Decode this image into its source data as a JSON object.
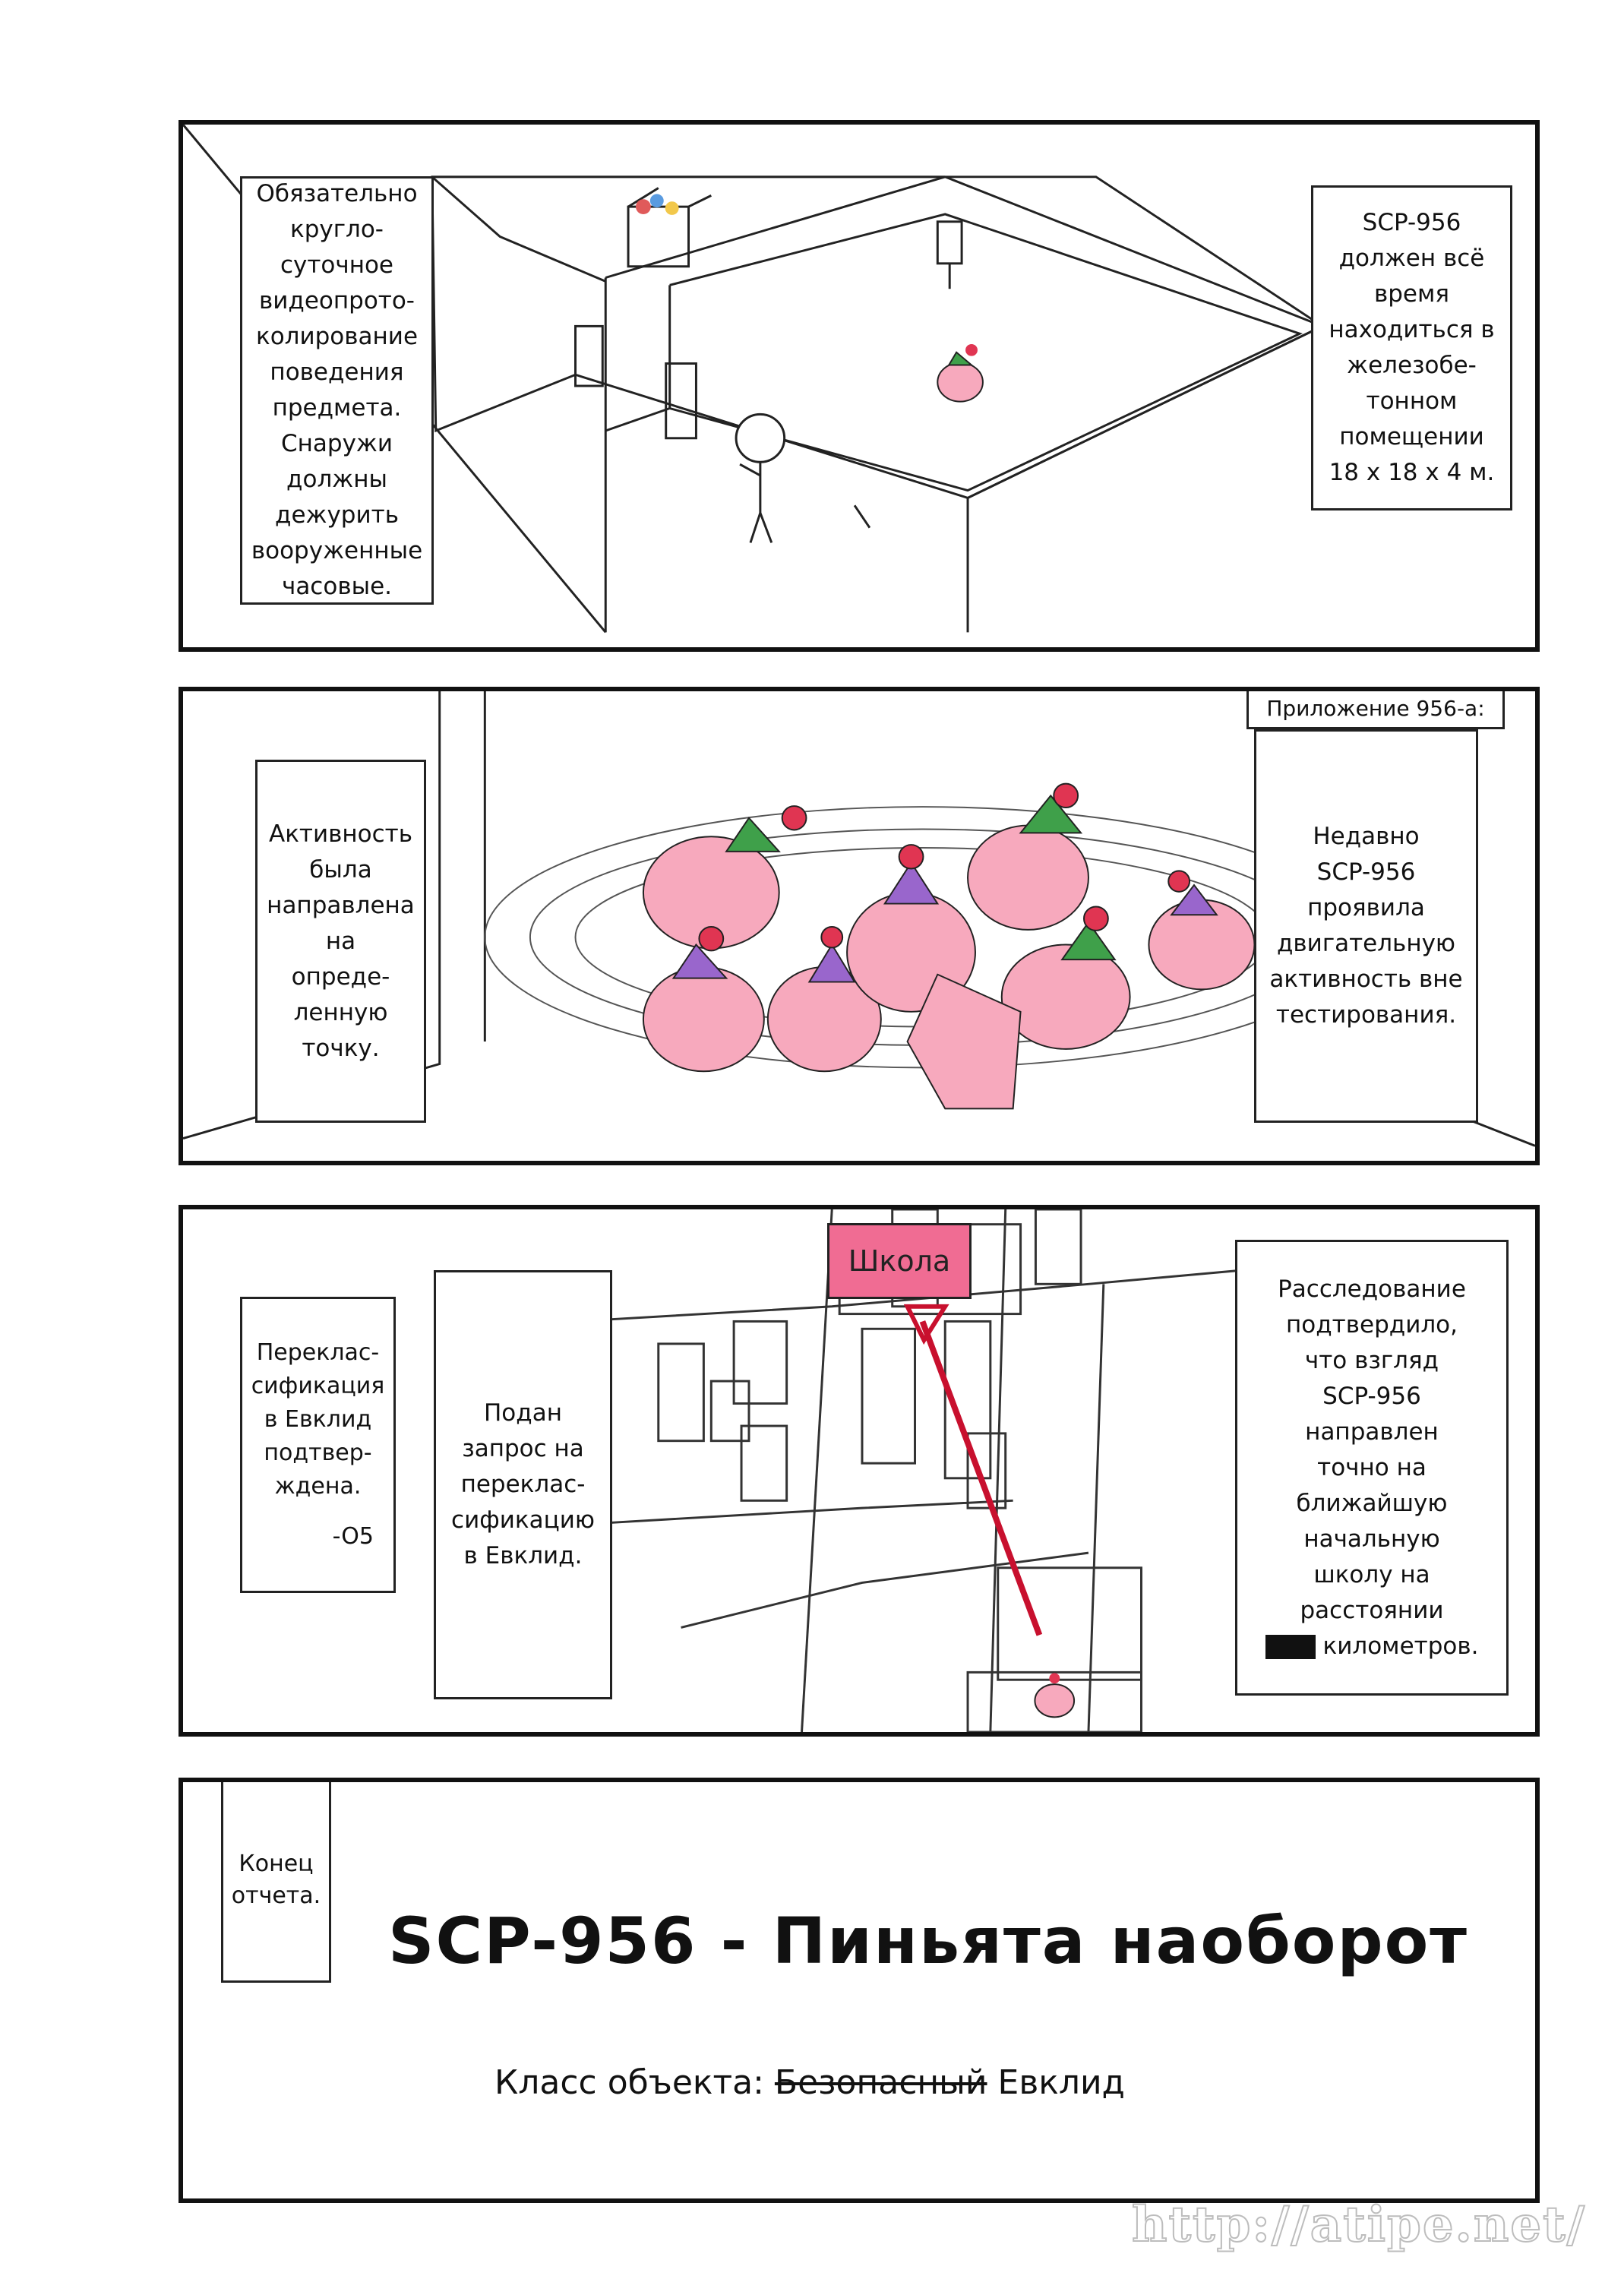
{
  "panel1": {
    "left_caption": [
      "Обязательно",
      "кругло-",
      "суточное",
      "видеопрото-",
      "колирование",
      "поведения",
      "предмета.",
      "Снаружи",
      "должны",
      "дежурить",
      "вооруженные",
      "часовые."
    ],
    "right_caption": [
      "SCP-956",
      "должен всё",
      "время",
      "находиться в",
      "железобе-",
      "тонном",
      "помещении",
      "18 х 18 х 4 м."
    ]
  },
  "panel2": {
    "tag": "Приложение 956-a:",
    "left_caption": [
      "Активность",
      "была",
      "направлена",
      "на",
      "опреде-",
      "ленную",
      "точку."
    ],
    "right_caption": [
      "Недавно",
      "SCP-956",
      "проявила",
      "двигательную",
      "активность вне",
      "тестирования."
    ]
  },
  "panel3": {
    "school_label": "Школа",
    "caption_1": [
      "Переклас-",
      "сификация",
      "в Евклид",
      "подтвер-",
      "ждена.",
      "",
      "-O5"
    ],
    "caption_2": [
      "Подан",
      "запрос на",
      "переклас-",
      "сификацию",
      "в Евклид."
    ],
    "caption_3": [
      "Расследование",
      "подтвердило,",
      "что взгляд",
      "SCP-956",
      "направлен",
      "точно на",
      "ближайшую",
      "начальную",
      "школу на",
      "расстоянии"
    ],
    "caption_3_last": "километров."
  },
  "panel4": {
    "end_tag": [
      "Конец",
      "отчета."
    ],
    "title": "SCP-956 - Пиньята наоборот",
    "class_label": "Класс объекта:",
    "class_old": "Безопасный",
    "class_new": "Евклид"
  },
  "watermark": "http://atipe.net/",
  "colors": {
    "pinata_pink": "#f7a9bd",
    "pinata_red": "#e03552",
    "hat_green": "#3fa04a",
    "spike_purple": "#9966cc",
    "school_pink": "#f06c93",
    "arrow_red": "#c8102e"
  }
}
